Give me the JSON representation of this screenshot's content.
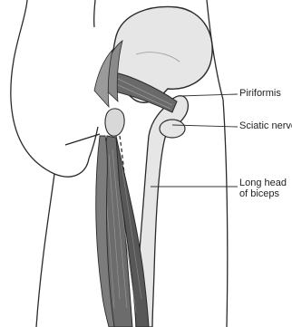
{
  "labels": {
    "piriformis": "Piriformis",
    "sciatic_nerve": "Sciatic nerve",
    "long_head_biceps_line1": "Long head",
    "long_head_biceps_line2": "of biceps"
  },
  "colors": {
    "outline": "#2a2a2a",
    "bone": "#e6e6e6",
    "muscle_dark": "#5a5a5a",
    "muscle_mid": "#7a7a7a",
    "muscle_light": "#9a9a9a",
    "leader_line": "#333333"
  }
}
